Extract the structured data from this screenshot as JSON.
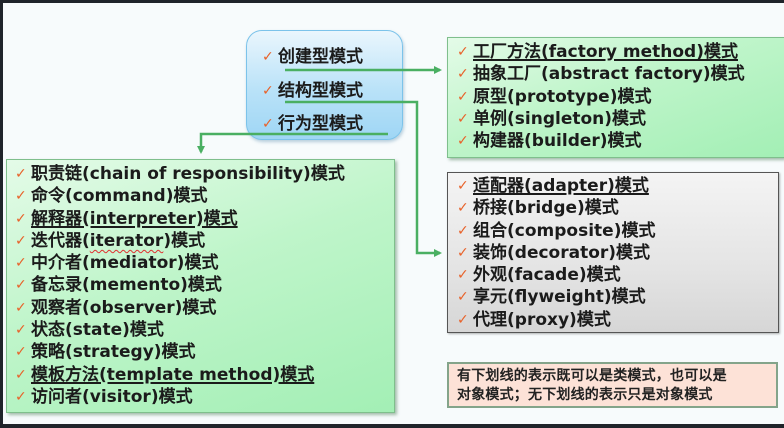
{
  "icons": {
    "check": "✓"
  },
  "colors": {
    "connector": "#4aaf62",
    "check": "#e8622a",
    "category_box": "#b9e2f8",
    "green_box": "#bff5ca",
    "gray_box": "#e4e4e4",
    "note_box": "#fde2d7"
  },
  "categories": {
    "items": [
      {
        "label": "创建型模式"
      },
      {
        "label": "结构型模式"
      },
      {
        "label": "行为型模式"
      }
    ]
  },
  "creational": {
    "items": [
      {
        "label": "工厂方法(factory method)模式",
        "underlined": true
      },
      {
        "label": "抽象工厂(abstract factory)模式",
        "underlined": false
      },
      {
        "label": "原型(prototype)模式",
        "underlined": false
      },
      {
        "label": "单例(singleton)模式",
        "underlined": false
      },
      {
        "label": "构建器(builder)模式",
        "underlined": false
      }
    ]
  },
  "structural": {
    "items": [
      {
        "label": "适配器(adapter)模式",
        "underlined": true
      },
      {
        "label": "桥接(bridge)模式",
        "underlined": false
      },
      {
        "label": "组合(composite)模式",
        "underlined": false
      },
      {
        "label": "装饰(decorator)模式",
        "underlined": false
      },
      {
        "label": "外观(facade)模式",
        "underlined": false
      },
      {
        "label": "享元(flyweight)模式",
        "underlined": false
      },
      {
        "label": "代理(proxy)模式",
        "underlined": false
      }
    ]
  },
  "behavioral": {
    "items": [
      {
        "label": "职责链(chain of responsibility)模式",
        "underlined": false
      },
      {
        "label": "命令(command)模式",
        "underlined": false
      },
      {
        "label": "解释器(interpreter)模式",
        "underlined": true
      },
      {
        "label": "迭代器(iterator)模式",
        "underlined": false,
        "spellcheck_word": "iterator"
      },
      {
        "label": "中介者(mediator)模式",
        "underlined": false
      },
      {
        "label": "备忘录(memento)模式",
        "underlined": false
      },
      {
        "label": "观察者(observer)模式",
        "underlined": false
      },
      {
        "label": "状态(state)模式",
        "underlined": false
      },
      {
        "label": "策略(strategy)模式",
        "underlined": false
      },
      {
        "label": "模板方法(template method)模式",
        "underlined": true
      },
      {
        "label": "访问者(visitor)模式",
        "underlined": false
      }
    ]
  },
  "note": {
    "lines": [
      "有下划线的表示既可以是类模式，也可以是",
      "对象模式；无下划线的表示只是对象模式"
    ]
  }
}
